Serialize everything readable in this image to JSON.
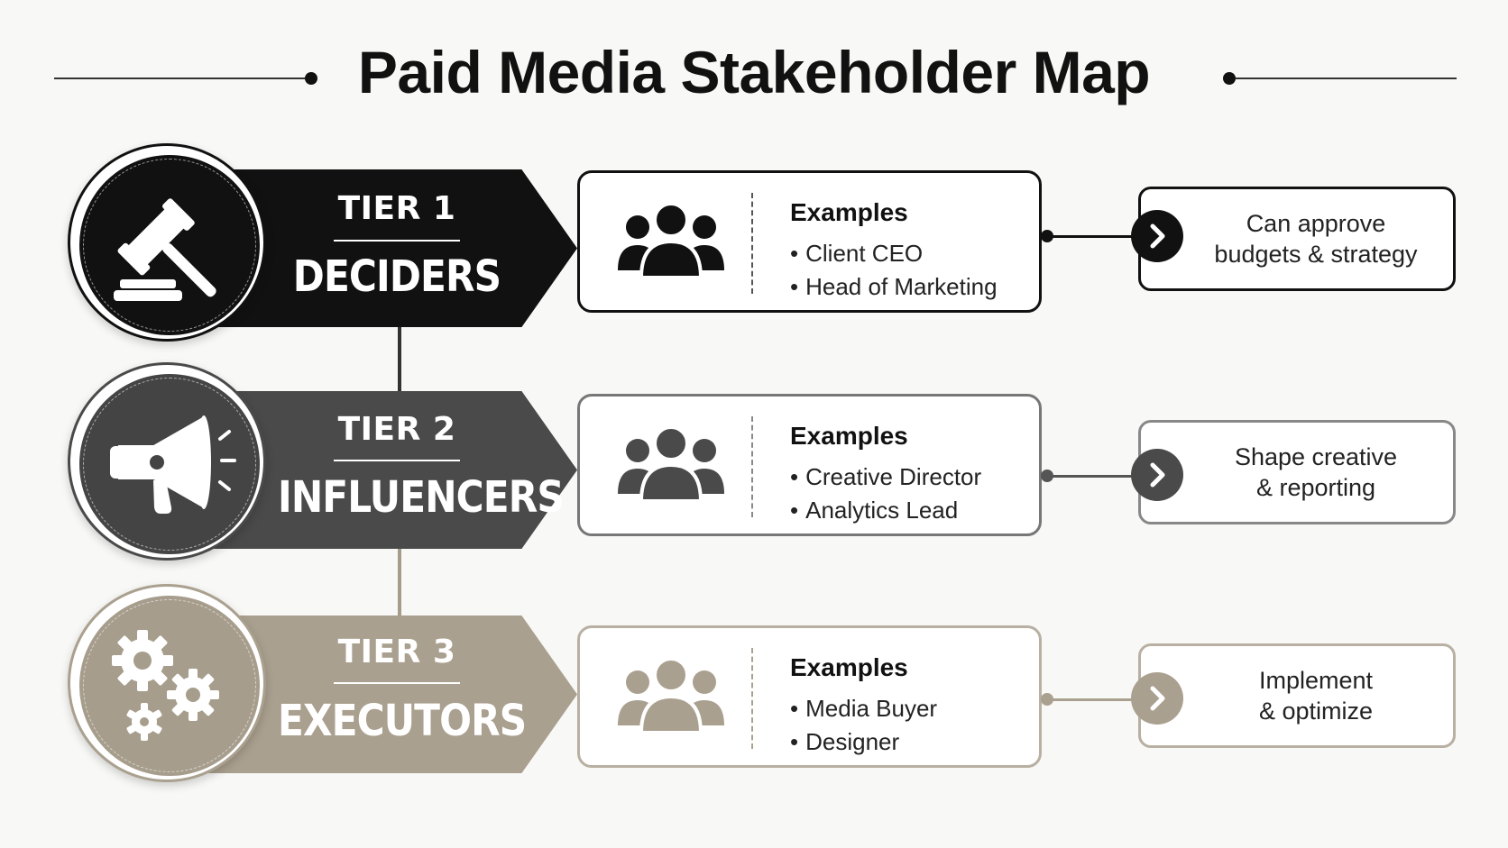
{
  "title": "Paid Media Stakeholder Map",
  "tiers": [
    {
      "tier": "TIER 1",
      "name": "DECIDERS",
      "icon": "gavel-icon",
      "color": "#111111",
      "examples_title": "Examples",
      "examples": [
        "Client CEO",
        "Head of Marketing"
      ],
      "outcome": [
        "Can approve",
        "budgets & strategy"
      ]
    },
    {
      "tier": "TIER 2",
      "name": "INFLUENCERS",
      "icon": "megaphone-icon",
      "color": "#4a4a4a",
      "examples_title": "Examples",
      "examples": [
        "Creative Director",
        "Analytics Lead"
      ],
      "outcome": [
        "Shape creative",
        "& reporting"
      ]
    },
    {
      "tier": "TIER 3",
      "name": "EXECUTORS",
      "icon": "gears-icon",
      "color": "#aaa08f",
      "examples_title": "Examples",
      "examples": [
        "Media Buyer",
        "Designer"
      ],
      "outcome": [
        "Implement",
        "& optimize"
      ]
    }
  ]
}
